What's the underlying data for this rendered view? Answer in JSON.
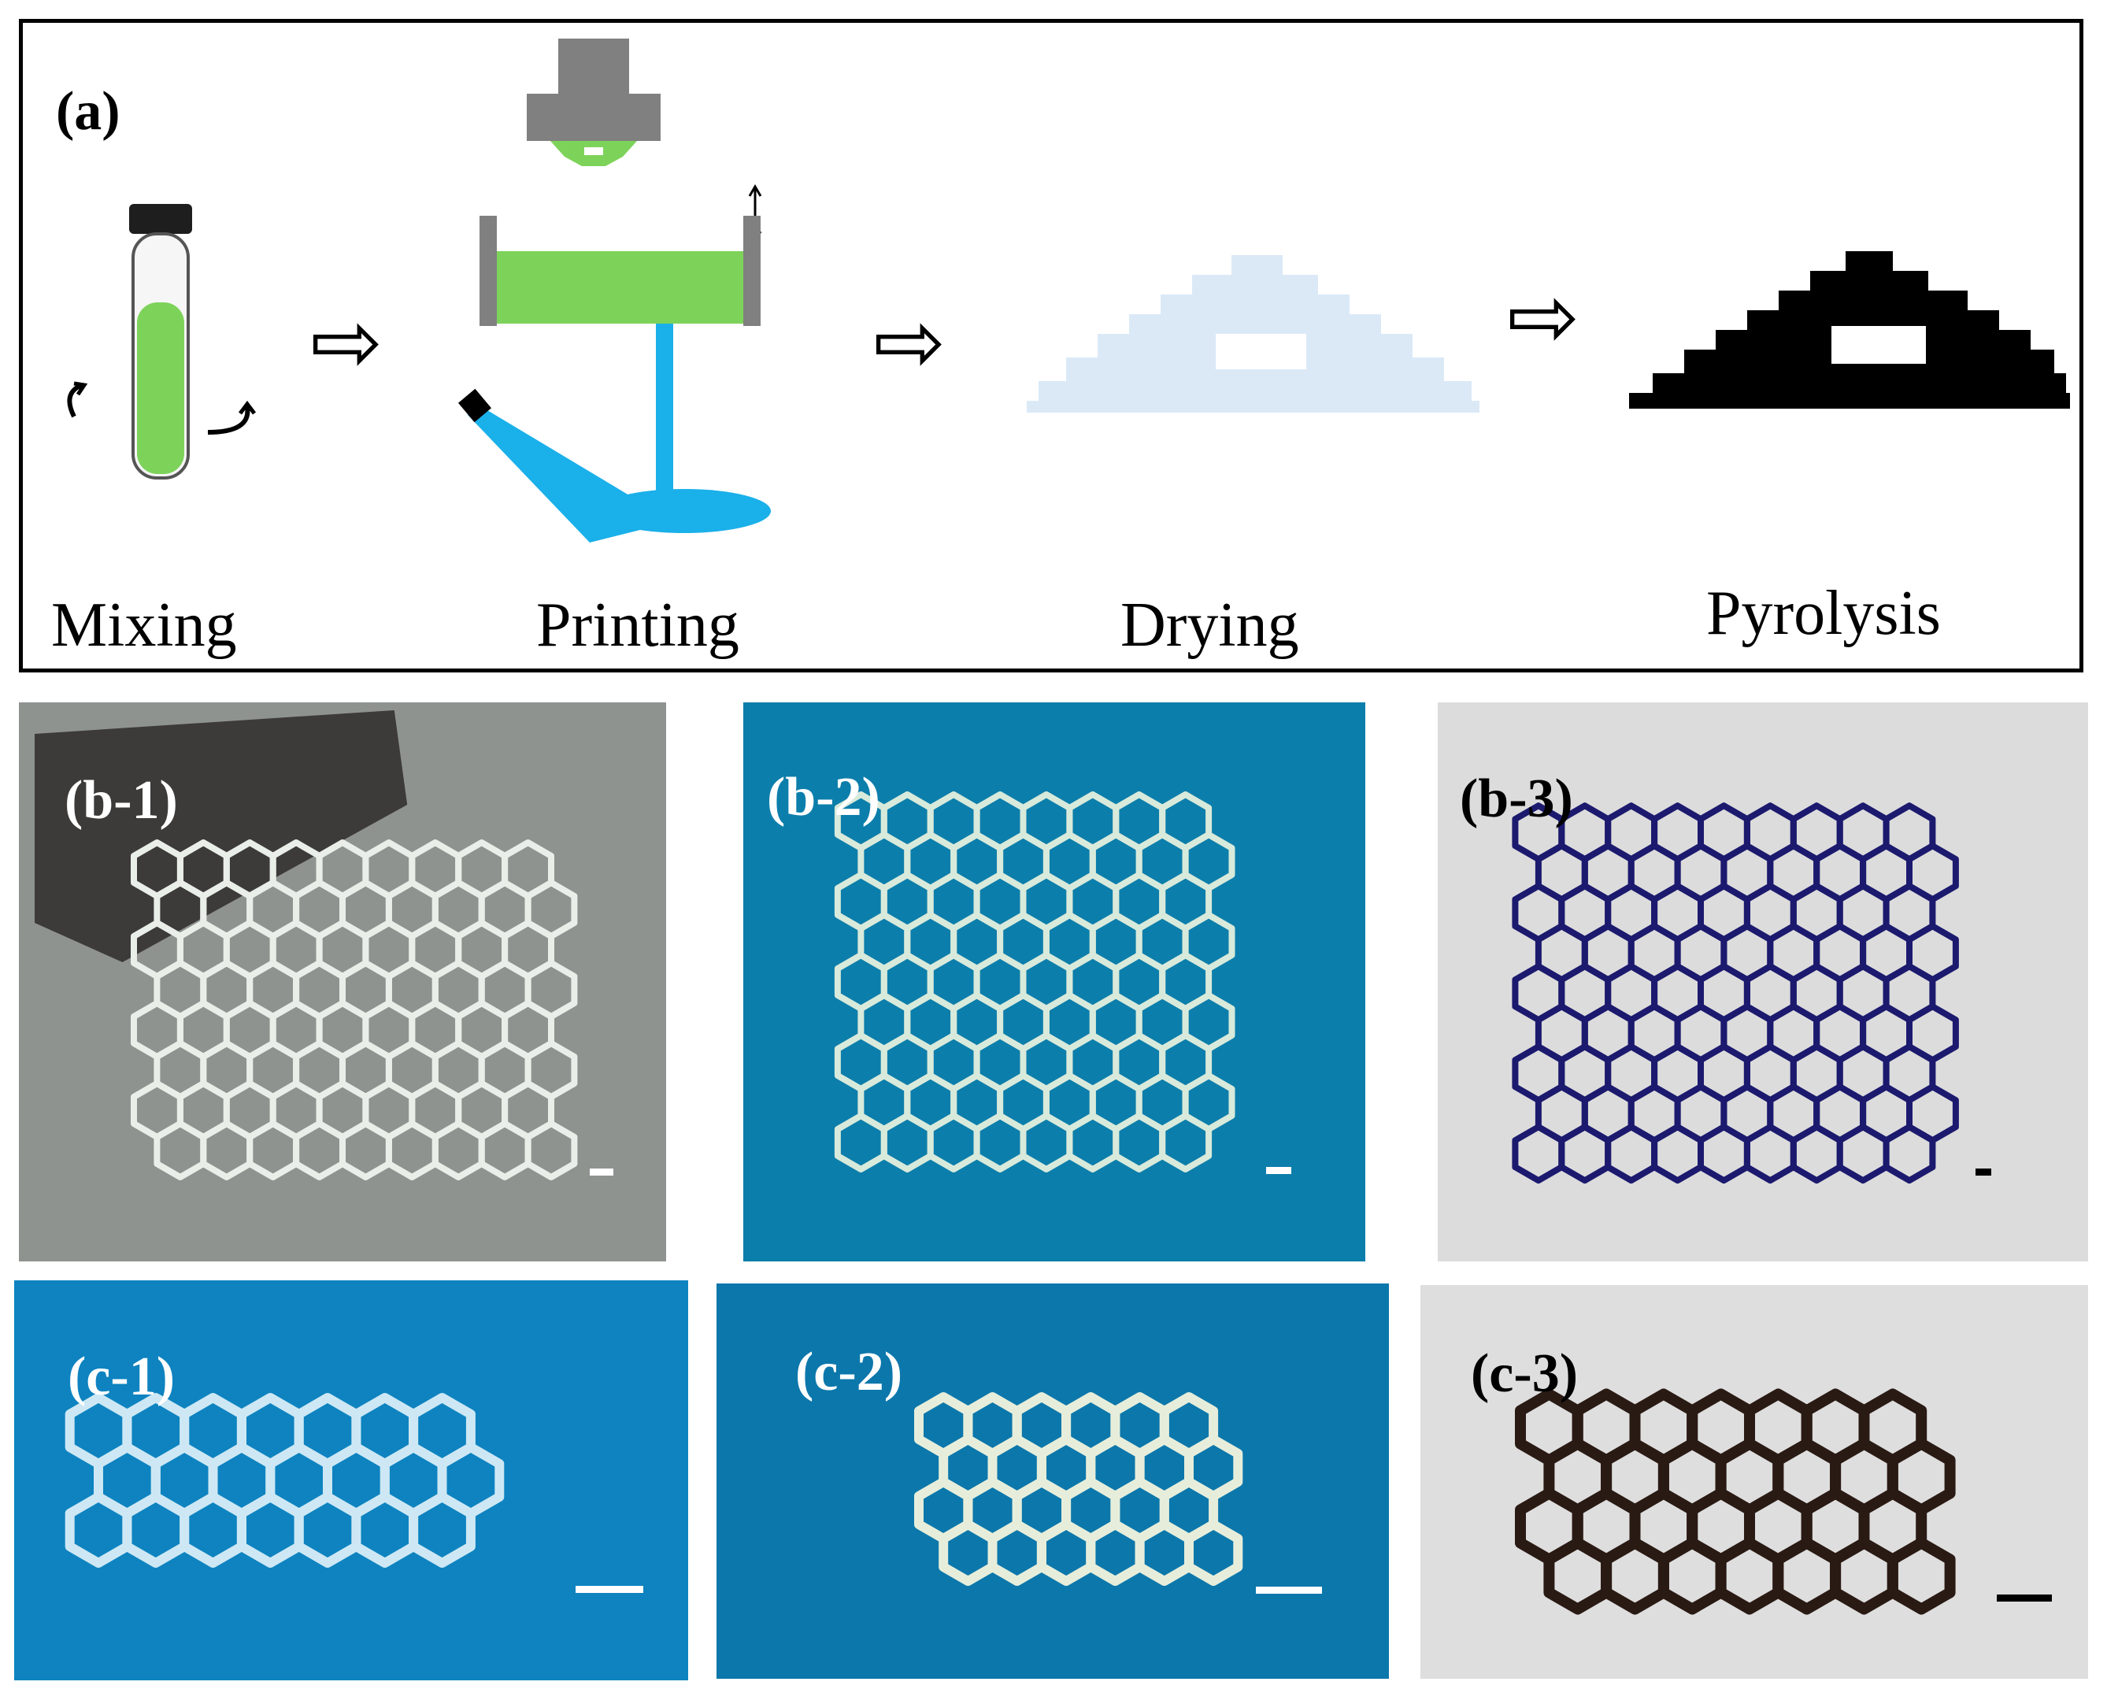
{
  "panel_a": {
    "label": "(a)",
    "steps": [
      "Mixing",
      "Printing",
      "Drying",
      "Pyrolysis"
    ],
    "arrow_glyph": "⇨"
  },
  "photos_b": [
    {
      "label": "(b-1)",
      "background": "#8f9390",
      "lattice_color": "#e9efe8"
    },
    {
      "label": "(b-2)",
      "background": "#0c7eab",
      "lattice_color": "#d8eadb"
    },
    {
      "label": "(b-3)",
      "background": "#dcdcdc",
      "lattice_color": "#1c1a6e"
    }
  ],
  "photos_c": [
    {
      "label": "(c-1)",
      "background": "#0e83c0",
      "lattice_color": "#cde8f4"
    },
    {
      "label": "(c-2)",
      "background": "#0c77ab",
      "lattice_color": "#e6eedb"
    },
    {
      "label": "(c-3)",
      "background": "#dedede",
      "lattice_color": "#2a1a14"
    }
  ],
  "colors": {
    "resin_green": "#7dd35a",
    "uv_blue": "#1ab0ea",
    "printer_gray": "#808080",
    "dried_part": "#dbe9f7",
    "pyrolyzed_part": "#000000"
  }
}
